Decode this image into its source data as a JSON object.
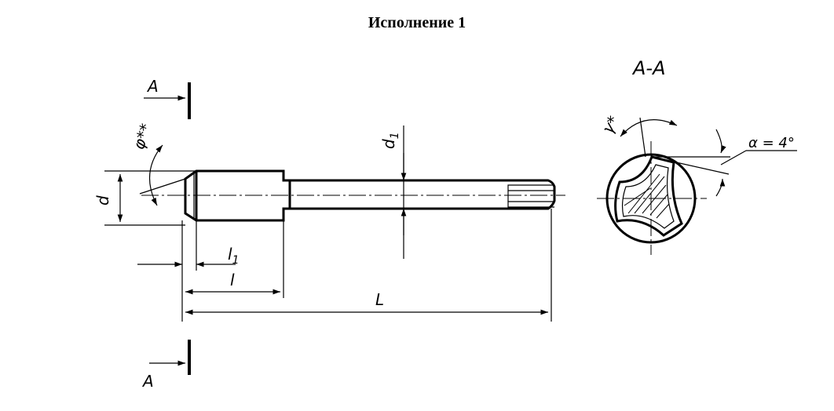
{
  "title": "Исполнение 1",
  "labels": {
    "section_view": "А-А",
    "section_mark_top": "А",
    "section_mark_bottom": "А",
    "phi": "φ**",
    "gamma": "γ*",
    "alpha": "α = 4°",
    "d": "d",
    "d1": "d",
    "d1_sub": "1",
    "l1": "l",
    "l1_sub": "1",
    "l": "l",
    "L": "L"
  }
}
